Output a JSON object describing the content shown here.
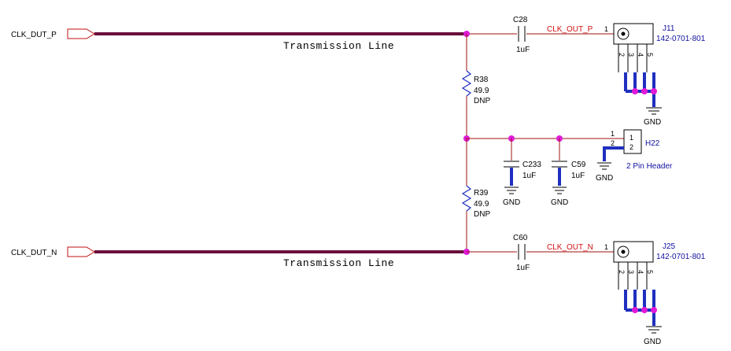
{
  "nets": {
    "clk_dut_p": "CLK_DUT_P",
    "clk_dut_n": "CLK_DUT_N",
    "clk_out_p": "CLK_OUT_P",
    "clk_out_n": "CLK_OUT_N",
    "tline_label": "Transmission Line",
    "gnd": "GND"
  },
  "components": {
    "c28": {
      "ref": "C28",
      "value": "1uF"
    },
    "c60": {
      "ref": "C60",
      "value": "1uF"
    },
    "c233": {
      "ref": "C233",
      "value": "1uF"
    },
    "c59": {
      "ref": "C59",
      "value": "1uF"
    },
    "r38": {
      "ref": "R38",
      "value": "49.9",
      "note": "DNP"
    },
    "r39": {
      "ref": "R39",
      "value": "49.9",
      "note": "DNP"
    },
    "j11": {
      "ref": "J11",
      "part": "142-0701-801"
    },
    "j25": {
      "ref": "J25",
      "part": "142-0701-801"
    },
    "h22": {
      "ref": "H22",
      "desc": "2 Pin Header"
    }
  },
  "pins": {
    "one": "1",
    "two": "2",
    "three": "3",
    "four": "4",
    "five": "5"
  },
  "colors": {
    "wire": "#a01010",
    "transmission_line": "#6a0f3a",
    "junction": "#e01ad8",
    "component_blue": "#1f2fbf"
  }
}
